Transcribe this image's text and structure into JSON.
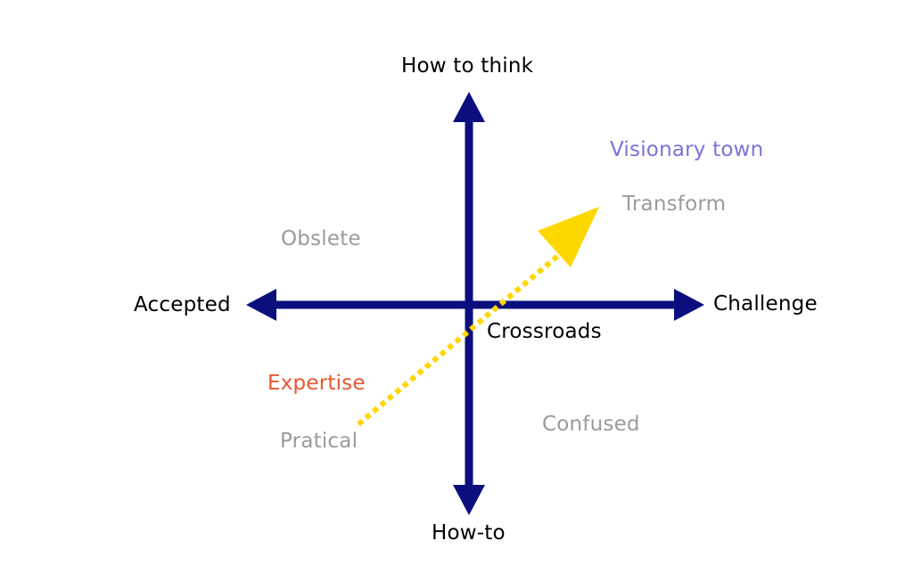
{
  "diagram": {
    "axes": {
      "top": "How to think",
      "bottom": "How-to",
      "left": "Accepted",
      "right": "Challenge"
    },
    "center_label": "Crossroads",
    "quadrant_labels": {
      "top_left": "Obslete",
      "top_right": "Transform",
      "bottom_left": "Pratical",
      "bottom_right": "Confused"
    },
    "path": {
      "from": "Expertise",
      "to": "Visionary town"
    },
    "colors": {
      "axis": "#0b0f7e",
      "path_arrow": "#ffd700",
      "visionary_text": "#7a72da",
      "expertise_text": "#e8562e",
      "muted_text": "#9b9b9b"
    }
  }
}
